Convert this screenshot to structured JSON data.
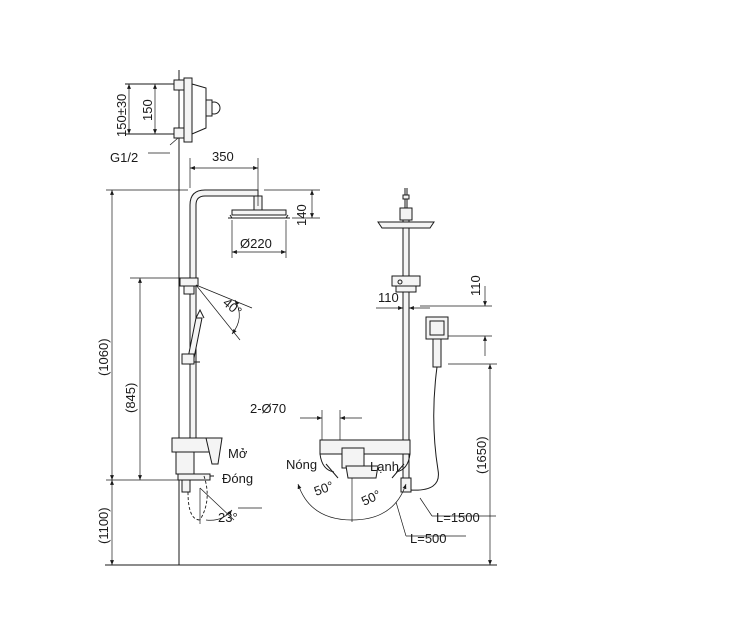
{
  "labels": {
    "dim_150_30": "150±30",
    "dim_150": "150",
    "thread": "G1/2",
    "dim_350": "350",
    "dim_140": "140",
    "dia_220": "Ø220",
    "dim_1060": "(1060)",
    "dim_845": "(845)",
    "dim_1100": "(1100)",
    "angle_40": "40°",
    "open_label": "Mở",
    "close_label": "Đóng",
    "angle_23": "23°",
    "dim_2_dia70": "2-Ø70",
    "hot_label": "Nóng",
    "cold_label": "Lạnh",
    "angle_50_left": "50°",
    "angle_50_right": "50°",
    "dim_110_h": "110",
    "dim_110_v": "110",
    "dim_1650": "(1650)",
    "hose_1500": "L=1500",
    "hose_500": "L=500"
  }
}
